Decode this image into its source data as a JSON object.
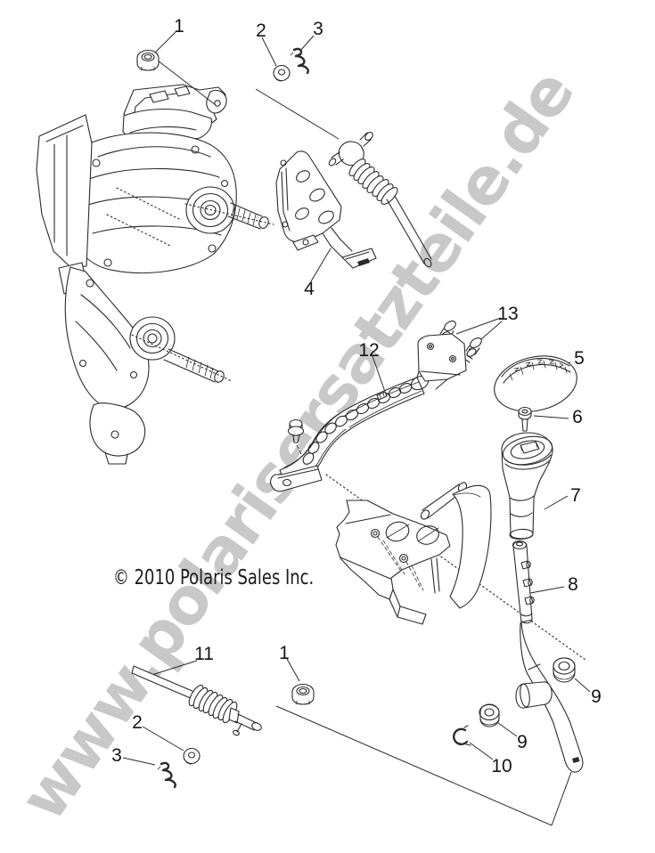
{
  "watermark": {
    "text": "www.polarisersatzteile.de",
    "color": "#c8c8c8"
  },
  "footer": {
    "copyright": "© 2010 Polaris Sales Inc."
  },
  "diagram": {
    "background": "#ffffff",
    "line_color": "#2b2b2b",
    "callouts": [
      "1",
      "2",
      "3",
      "4",
      "13",
      "12",
      "5",
      "6",
      "7",
      "8",
      "9",
      "9",
      "10",
      "1",
      "11",
      "2",
      "3"
    ]
  }
}
